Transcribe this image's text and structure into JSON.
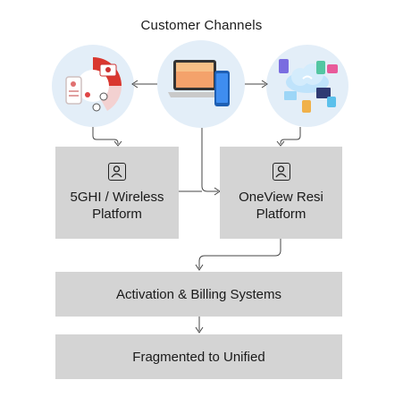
{
  "title": "Customer Channels",
  "boxes": {
    "wireless": "5GHI / Wireless\nPlatform",
    "oneview": "OneView Resi\nPlatform",
    "activation": "Activation & Billing Systems",
    "unified": "Fragmented to Unified"
  },
  "icons": {
    "left": "mobile-app-dashboard-illustration",
    "center": "laptop-and-phone-illustration",
    "right": "cloud-devices-illustration",
    "badge": "user-profile-icon"
  }
}
